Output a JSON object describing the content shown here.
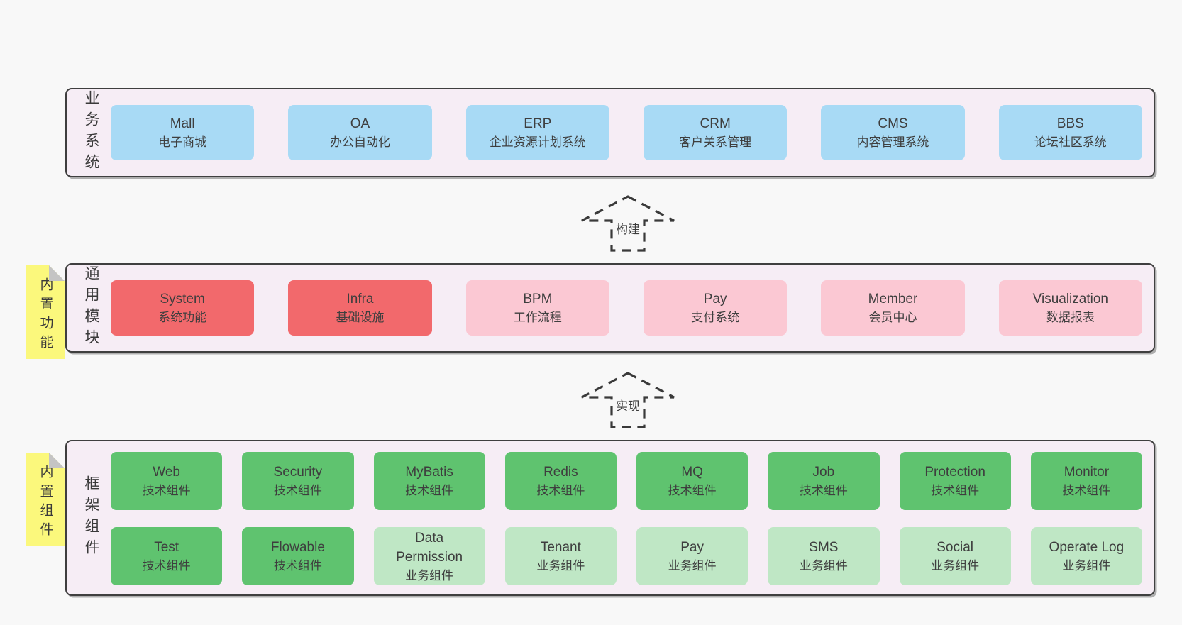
{
  "sections": {
    "business": {
      "label": "业务系统",
      "items": [
        {
          "name": "Mall",
          "desc": "电子商城"
        },
        {
          "name": "OA",
          "desc": "办公自动化"
        },
        {
          "name": "ERP",
          "desc": "企业资源计划系统"
        },
        {
          "name": "CRM",
          "desc": "客户关系管理"
        },
        {
          "name": "CMS",
          "desc": "内容管理系统"
        },
        {
          "name": "BBS",
          "desc": "论坛社区系统"
        }
      ]
    },
    "modules": {
      "sticky": "内置功能",
      "label": "通用模块",
      "items": [
        {
          "name": "System",
          "desc": "系统功能"
        },
        {
          "name": "Infra",
          "desc": "基础设施"
        },
        {
          "name": "BPM",
          "desc": "工作流程"
        },
        {
          "name": "Pay",
          "desc": "支付系统"
        },
        {
          "name": "Member",
          "desc": "会员中心"
        },
        {
          "name": "Visualization",
          "desc": "数据报表"
        }
      ]
    },
    "components": {
      "sticky": "内置组件",
      "label": "框架组件",
      "row1": [
        {
          "name": "Web",
          "desc": "技术组件"
        },
        {
          "name": "Security",
          "desc": "技术组件"
        },
        {
          "name": "MyBatis",
          "desc": "技术组件"
        },
        {
          "name": "Redis",
          "desc": "技术组件"
        },
        {
          "name": "MQ",
          "desc": "技术组件"
        },
        {
          "name": "Job",
          "desc": "技术组件"
        },
        {
          "name": "Protection",
          "desc": "技术组件"
        },
        {
          "name": "Monitor",
          "desc": "技术组件"
        }
      ],
      "row2": [
        {
          "name": "Test",
          "desc": "技术组件"
        },
        {
          "name": "Flowable",
          "desc": "技术组件"
        },
        {
          "name": "Data Permission",
          "desc": "业务组件"
        },
        {
          "name": "Tenant",
          "desc": "业务组件"
        },
        {
          "name": "Pay",
          "desc": "业务组件"
        },
        {
          "name": "SMS",
          "desc": "业务组件"
        },
        {
          "name": "Social",
          "desc": "业务组件"
        },
        {
          "name": "Operate Log",
          "desc": "业务组件"
        }
      ]
    }
  },
  "arrows": {
    "build": "构建",
    "implement": "实现"
  },
  "colors": {
    "page_bg": "#f8f8f8",
    "section_bg": "#f6edf5",
    "section_border": "#3f3f3f",
    "blue_box": "#a8daf5",
    "red_box": "#f2696c",
    "pink_box": "#fbc8d3",
    "green_box": "#5fc36f",
    "light_green_box": "#bfe7c5",
    "sticky_yellow": "#fbf87c",
    "sticky_fold_gray": "#c4c4c4",
    "text": "#3e3e3e"
  }
}
